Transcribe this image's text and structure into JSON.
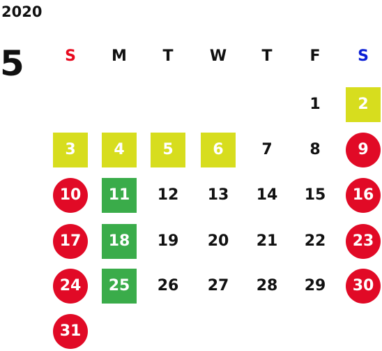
{
  "calendar": {
    "year": "2020",
    "month": "5",
    "weekdays": [
      "S",
      "M",
      "T",
      "W",
      "T",
      "F",
      "S"
    ],
    "weekday_colors": [
      "#e8091e",
      "#111111",
      "#111111",
      "#111111",
      "#111111",
      "#111111",
      "#0a1ed6"
    ],
    "colors": {
      "holiday": "#e10a26",
      "yellow": "#d7dd1e",
      "green": "#3aac4a"
    },
    "weeks": [
      [
        null,
        null,
        null,
        null,
        null,
        {
          "day": "1"
        },
        {
          "day": "2",
          "style": "yellow"
        }
      ],
      [
        null,
        {
          "day": "3",
          "style": "yellow"
        },
        {
          "day": "4",
          "style": "yellow"
        },
        {
          "day": "5",
          "style": "yellow"
        },
        {
          "day": "6",
          "style": "yellow"
        },
        {
          "day": "7"
        },
        {
          "day": "8"
        },
        {
          "day": "9",
          "style": "holiday"
        }
      ],
      [
        {
          "day": "10",
          "style": "holiday"
        },
        {
          "day": "11",
          "style": "green"
        },
        {
          "day": "12"
        },
        {
          "day": "13"
        },
        {
          "day": "14"
        },
        {
          "day": "15"
        },
        {
          "day": "16",
          "style": "holiday"
        }
      ],
      [
        {
          "day": "17",
          "style": "holiday"
        },
        {
          "day": "18",
          "style": "green"
        },
        {
          "day": "19"
        },
        {
          "day": "20"
        },
        {
          "day": "21"
        },
        {
          "day": "22"
        },
        {
          "day": "23",
          "style": "holiday"
        }
      ],
      [
        {
          "day": "24",
          "style": "holiday"
        },
        {
          "day": "25",
          "style": "green"
        },
        {
          "day": "26"
        },
        {
          "day": "27"
        },
        {
          "day": "28"
        },
        {
          "day": "29"
        },
        {
          "day": "30",
          "style": "holiday"
        }
      ],
      [
        {
          "day": "31",
          "style": "holiday"
        },
        null,
        null,
        null,
        null,
        null,
        null
      ]
    ]
  }
}
